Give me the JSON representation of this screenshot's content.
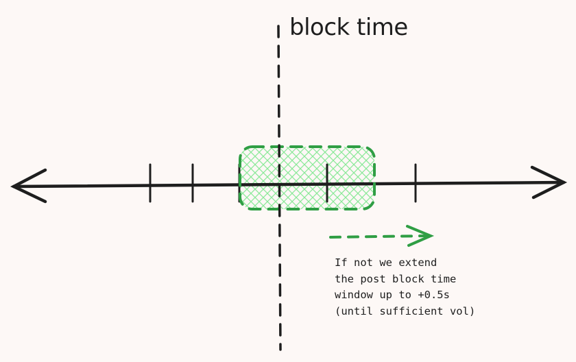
{
  "diagram": {
    "marker_label": "block time",
    "note_lines": [
      "If not we extend",
      "the post block time",
      "window up to +0.5s",
      "(until sufficient vol)"
    ],
    "colors": {
      "background": "#fdf8f6",
      "ink": "#1e1e1e",
      "accent_green": "#2f9e44",
      "window_fill": "#b2f2bb"
    },
    "elements": {
      "axis": "bidirectional timeline arrow",
      "marker": "dashed vertical line",
      "window": "hatched rounded rectangle",
      "extension": "dashed green arrow pointing right"
    }
  }
}
